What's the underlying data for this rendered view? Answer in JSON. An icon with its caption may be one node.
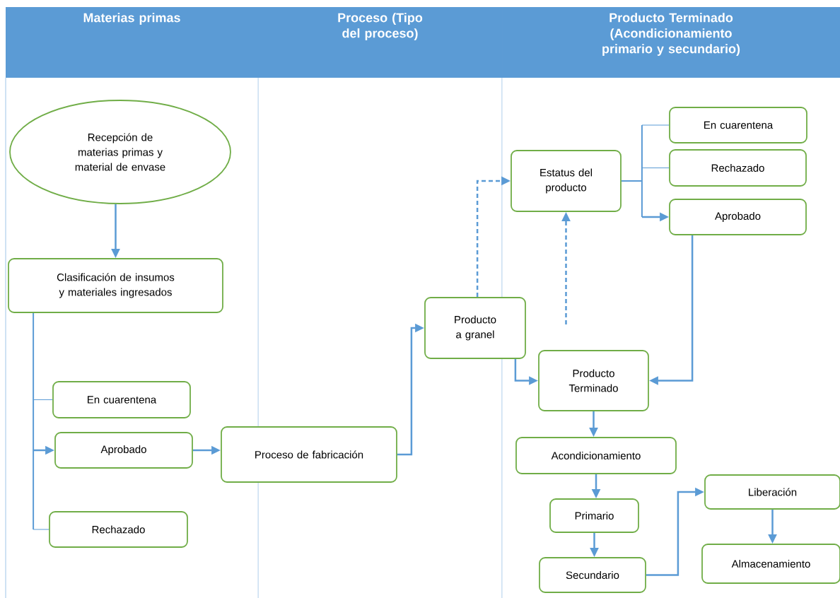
{
  "diagram": {
    "nodes": [
      {
        "text": [
          "Materias primas"
        ]
      },
      {
        "text": [
          "Proceso (Tipo del proceso)"
        ]
      },
      {
        "text": [
          "Producto Terminado (Acondicionamiento primario y secundario)"
        ]
      },
      {
        "text": [
          "Recepción de materias primas y material de envase"
        ]
      },
      {
        "text": [
          "Clasificación de insumos y materiales ingresados"
        ]
      },
      {
        "text": [
          "En cuarentena"
        ]
      },
      {
        "text": [
          "Aprobado"
        ]
      },
      {
        "text": [
          "Rechazado"
        ]
      },
      {
        "text": [
          "Proceso de fabricación"
        ]
      },
      {
        "text": [
          "Producto a granel"
        ]
      },
      {
        "text": [
          "Estatus del producto"
        ]
      },
      {
        "text": [
          "En cuarentena"
        ]
      },
      {
        "text": [
          "Rechazado"
        ]
      },
      {
        "text": [
          "Aprobado"
        ]
      },
      {
        "text": [
          "Producto Terminado"
        ]
      },
      {
        "text": [
          "Acondicionamiento"
        ]
      },
      {
        "text": [
          "Primario"
        ]
      },
      {
        "text": [
          "Secundario"
        ]
      },
      {
        "text": [
          "Liberación"
        ]
      },
      {
        "text": [
          "Almacenamiento"
        ]
      }
    ],
    "edges": [
      {
        "from": 3,
        "to": 4,
        "arrow": "to"
      },
      {
        "from": 4,
        "to": 5,
        "arrow": "none"
      },
      {
        "from": 4,
        "to": 6,
        "arrow": "to"
      },
      {
        "from": 4,
        "to": 7,
        "arrow": "none"
      },
      {
        "from": 6,
        "to": 8,
        "arrow": "to"
      },
      {
        "from": 8,
        "to": 9,
        "arrow": "to"
      },
      {
        "from": 9,
        "to": 10,
        "arrow": "to",
        "style": "dashed"
      },
      {
        "from": 9,
        "to": 14,
        "arrow": "to"
      },
      {
        "from": 13,
        "to": 14,
        "arrow": "to"
      },
      {
        "from": 10,
        "to": 11,
        "arrow": "none"
      },
      {
        "from": 10,
        "to": 12,
        "arrow": "none"
      },
      {
        "from": 10,
        "to": 13,
        "arrow": "to"
      },
      {
        "from": 14,
        "to": 15,
        "arrow": "to"
      },
      {
        "from": 15,
        "to": 16,
        "arrow": "to"
      },
      {
        "from": 16,
        "to": 17,
        "arrow": "to"
      },
      {
        "from": 17,
        "to": 18,
        "arrow": "to"
      },
      {
        "from": 18,
        "to": 19,
        "arrow": "to"
      },
      {
        "from": null,
        "to": 10,
        "arrow": "to",
        "style": "dashed"
      }
    ]
  }
}
